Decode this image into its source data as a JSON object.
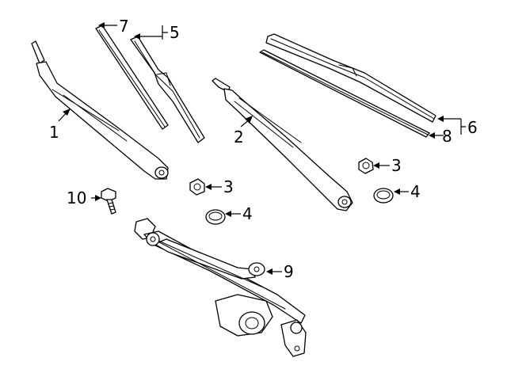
{
  "callouts": {
    "c1": "1",
    "c2": "2",
    "c3a": "3",
    "c3b": "3",
    "c4a": "4",
    "c4b": "4",
    "c5": "5",
    "c6": "6",
    "c7": "7",
    "c8": "8",
    "c9": "9",
    "c10": "10"
  },
  "colors": {
    "line": "#000000",
    "background": "#ffffff"
  }
}
